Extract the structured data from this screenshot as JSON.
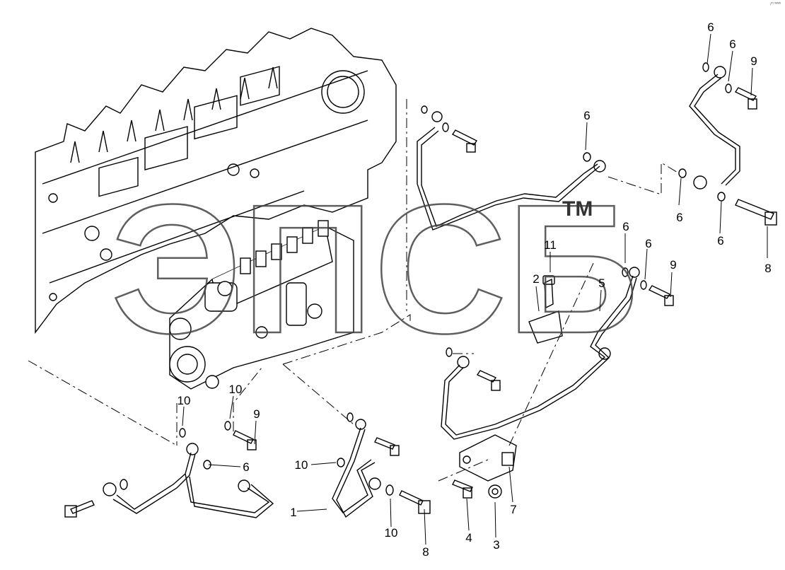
{
  "corner_mark": "₍ᵐ ʷʷʷ",
  "watermark": {
    "text": "ЭПСБ",
    "trademark": "TM"
  },
  "callouts": [
    {
      "id": "c1",
      "label": "6"
    },
    {
      "id": "c2",
      "label": "6"
    },
    {
      "id": "c3",
      "label": "9"
    },
    {
      "id": "c4",
      "label": "6"
    },
    {
      "id": "c5",
      "label": "6"
    },
    {
      "id": "c6",
      "label": "6"
    },
    {
      "id": "c7",
      "label": "8"
    },
    {
      "id": "c8",
      "label": "6"
    },
    {
      "id": "c9",
      "label": "6"
    },
    {
      "id": "c10",
      "label": "9"
    },
    {
      "id": "c11",
      "label": "11"
    },
    {
      "id": "c12",
      "label": "2"
    },
    {
      "id": "c13",
      "label": "5"
    },
    {
      "id": "c14",
      "label": "10"
    },
    {
      "id": "c15",
      "label": "10"
    },
    {
      "id": "c16",
      "label": "9"
    },
    {
      "id": "c17",
      "label": "6"
    },
    {
      "id": "c18",
      "label": "10"
    },
    {
      "id": "c19",
      "label": "1"
    },
    {
      "id": "c20",
      "label": "10"
    },
    {
      "id": "c21",
      "label": "8"
    },
    {
      "id": "c22",
      "label": "4"
    },
    {
      "id": "c23",
      "label": "3"
    },
    {
      "id": "c24",
      "label": "7"
    }
  ]
}
